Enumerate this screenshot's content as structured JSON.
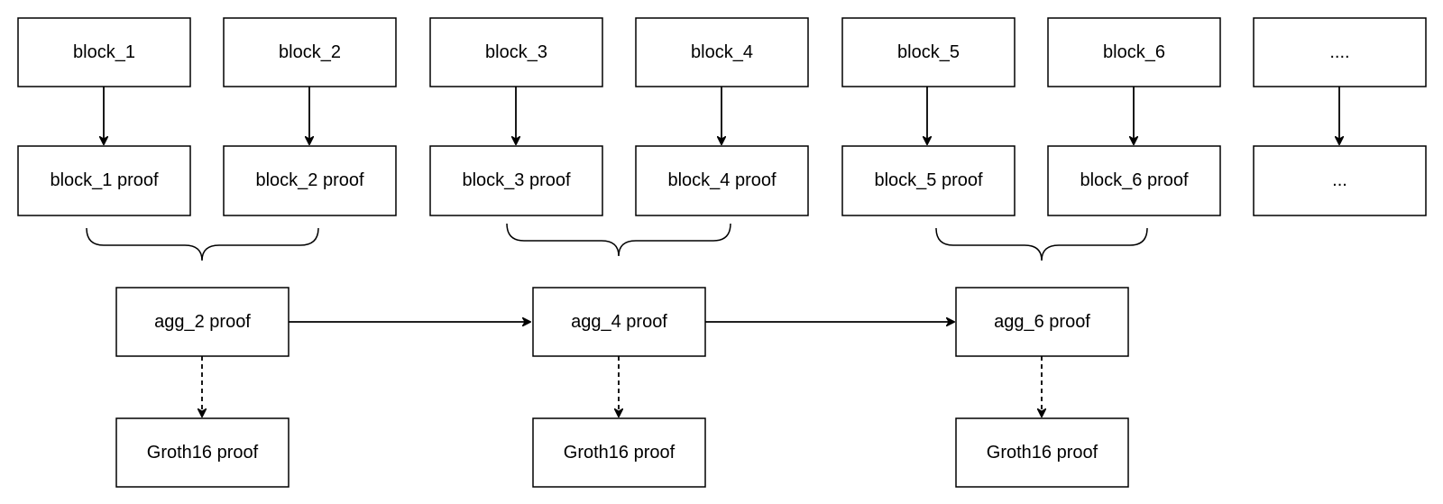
{
  "nodes": {
    "b1": {
      "label": "block_1"
    },
    "b2": {
      "label": "block_2"
    },
    "b3": {
      "label": "block_3"
    },
    "b4": {
      "label": "block_4"
    },
    "b5": {
      "label": "block_5"
    },
    "b6": {
      "label": "block_6"
    },
    "bdot": {
      "label": "...."
    },
    "p1": {
      "label": "block_1 proof"
    },
    "p2": {
      "label": "block_2 proof"
    },
    "p3": {
      "label": "block_3 proof"
    },
    "p4": {
      "label": "block_4 proof"
    },
    "p5": {
      "label": "block_5 proof"
    },
    "p6": {
      "label": "block_6 proof"
    },
    "pdot": {
      "label": "..."
    },
    "a2": {
      "label": "agg_2 proof"
    },
    "a4": {
      "label": "agg_4 proof"
    },
    "a6": {
      "label": "agg_6 proof"
    },
    "g1": {
      "label": "Groth16 proof"
    },
    "g2": {
      "label": "Groth16 proof"
    },
    "g3": {
      "label": "Groth16 proof"
    }
  },
  "edges": [
    {
      "from": "b1",
      "to": "p1",
      "style": "solid"
    },
    {
      "from": "b2",
      "to": "p2",
      "style": "solid"
    },
    {
      "from": "b3",
      "to": "p3",
      "style": "solid"
    },
    {
      "from": "b4",
      "to": "p4",
      "style": "solid"
    },
    {
      "from": "b5",
      "to": "p5",
      "style": "solid"
    },
    {
      "from": "b6",
      "to": "p6",
      "style": "solid"
    },
    {
      "from": "bdot",
      "to": "pdot",
      "style": "solid"
    },
    {
      "from": "a2",
      "to": "a4",
      "style": "solid"
    },
    {
      "from": "a4",
      "to": "a6",
      "style": "solid"
    },
    {
      "from": "a2",
      "to": "g1",
      "style": "dashed"
    },
    {
      "from": "a4",
      "to": "g2",
      "style": "dashed"
    },
    {
      "from": "a6",
      "to": "g3",
      "style": "dashed"
    }
  ],
  "groups": [
    {
      "members": [
        "p1",
        "p2"
      ],
      "into": "a2"
    },
    {
      "members": [
        "p3",
        "p4"
      ],
      "into": "a4"
    },
    {
      "members": [
        "p5",
        "p6"
      ],
      "into": "a6"
    }
  ]
}
